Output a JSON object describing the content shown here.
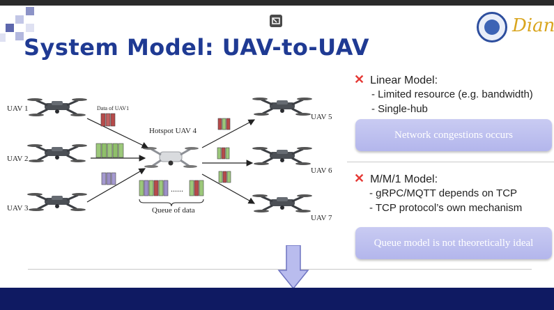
{
  "slide": {
    "title": "System Model: UAV-to-UAV",
    "logo_text": "Dian"
  },
  "diagram": {
    "uav_labels": [
      "UAV 1",
      "UAV 2",
      "UAV 3",
      "UAV 5",
      "UAV 6",
      "UAV 7"
    ],
    "data_label": "Data of UAV1",
    "hotspot_label": "Hotspot UAV 4",
    "queue_label": "Queue of data",
    "ellipsis": "......"
  },
  "linear": {
    "header": "Linear Model:",
    "bullets": [
      "- Limited resource (e.g. bandwidth)",
      "- Single-hub"
    ],
    "box": "Network congestions occurs"
  },
  "mm1": {
    "header": "M/M/1 Model:",
    "bullets": [
      "- gRPC/MQTT depends on TCP",
      "- TCP protocol’s own mechanism"
    ],
    "box": "Queue model is not theoretically ideal"
  },
  "colors": {
    "title": "#1f3a93",
    "box": "#b9bcee",
    "bar_green": "#8fbf6a",
    "bar_red": "#b64a4a",
    "bar_purple": "#9c8fc7",
    "bottom_bar": "#0f1a62"
  },
  "icons": {
    "cross": "x-mark-icon",
    "drone": "drone-icon",
    "arrow": "arrow-icon",
    "cursor": "screen-share-icon"
  }
}
